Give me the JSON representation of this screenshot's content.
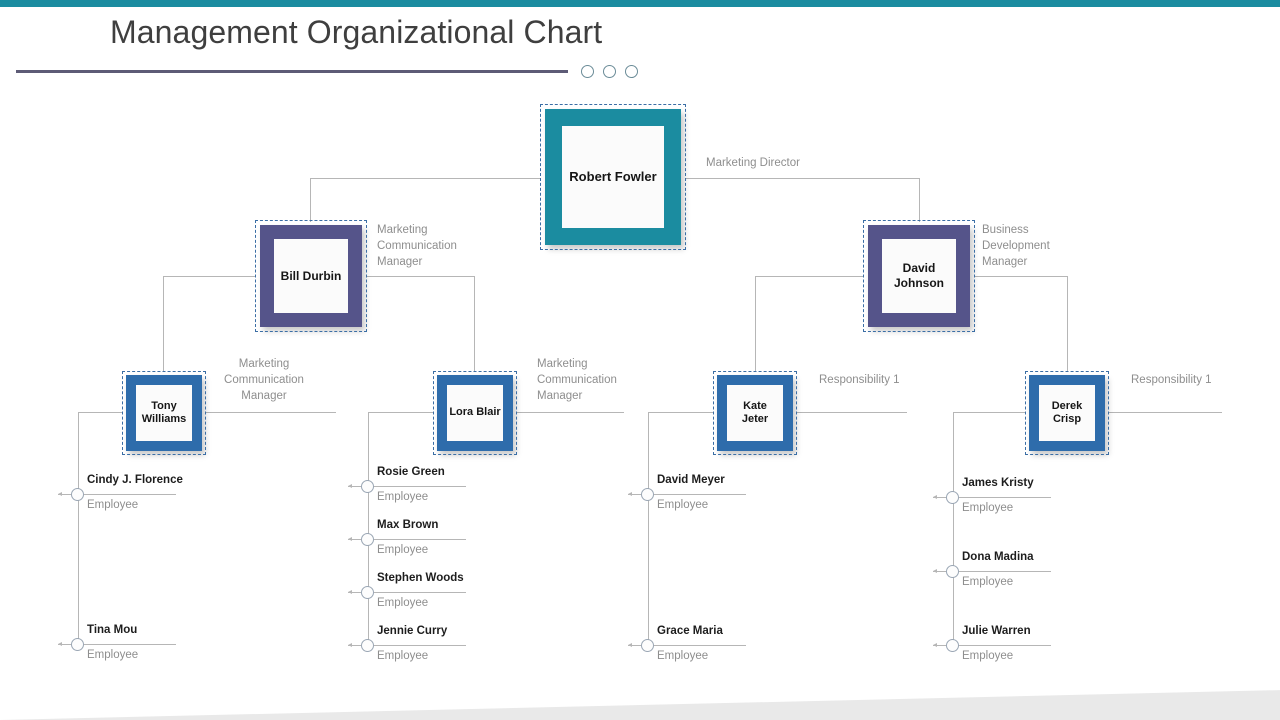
{
  "header": {
    "title": "Management Organizational Chart",
    "accent_top_bar_color": "#1b8ca0",
    "rule_color": "#5d5b76",
    "dots": [
      "dot-1",
      "dot-2",
      "dot-3"
    ]
  },
  "chart_data": {
    "type": "diagram",
    "title": "Management Organizational Chart",
    "nodes": [
      {
        "id": "robert",
        "name": "Robert\nFowler",
        "role": "Marketing Director",
        "level": 1,
        "color": "#1b8ca0",
        "parent": null
      },
      {
        "id": "bill",
        "name": "Bill\nDurbin",
        "role": "Marketing\nCommunication\nManager",
        "level": 2,
        "color": "#55548a",
        "parent": "robert"
      },
      {
        "id": "davidj",
        "name": "David\nJohnson",
        "role": "Business\nDevelopment\nManager",
        "level": 2,
        "color": "#55548a",
        "parent": "robert"
      },
      {
        "id": "tony",
        "name": "Tony\nWilliams",
        "role": "Marketing\nCommunication\nManager",
        "level": 3,
        "color": "#2e6cab",
        "parent": "bill"
      },
      {
        "id": "lora",
        "name": "Lora Blair",
        "role": "Marketing\nCommunication\nManager",
        "level": 3,
        "color": "#2e6cab",
        "parent": "bill"
      },
      {
        "id": "kate",
        "name": "Kate Jeter",
        "role": "Responsibility 1",
        "level": 3,
        "color": "#2e6cab",
        "parent": "davidj"
      },
      {
        "id": "derek",
        "name": "Derek\nCrisp",
        "role": "Responsibility 1",
        "level": 3,
        "color": "#2e6cab",
        "parent": "davidj"
      }
    ],
    "employee_groups": [
      {
        "parent": "tony",
        "members": [
          {
            "name": "Cindy J. Florence",
            "role": "Employee"
          },
          {
            "name": "Tina  Mou",
            "role": "Employee"
          }
        ]
      },
      {
        "parent": "lora",
        "members": [
          {
            "name": "Rosie Green",
            "role": "Employee"
          },
          {
            "name": "Max Brown",
            "role": "Employee"
          },
          {
            "name": "Stephen Woods",
            "role": "Employee"
          },
          {
            "name": "Jennie Curry",
            "role": "Employee"
          }
        ]
      },
      {
        "parent": "kate",
        "members": [
          {
            "name": "David Meyer",
            "role": "Employee"
          },
          {
            "name": "Grace Maria",
            "role": "Employee"
          }
        ]
      },
      {
        "parent": "derek",
        "members": [
          {
            "name": "James Kristy",
            "role": "Employee"
          },
          {
            "name": "Dona Madina",
            "role": "Employee"
          },
          {
            "name": "Julie Warren",
            "role": "Employee"
          }
        ]
      }
    ]
  },
  "nodes": {
    "robert": {
      "name": "Robert\nFowler",
      "role": "Marketing Director"
    },
    "bill": {
      "name": "Bill\nDurbin",
      "role": "Marketing\nCommunication\nManager"
    },
    "davidj": {
      "name": "David\nJohnson",
      "role": "Business\nDevelopment\nManager"
    },
    "tony": {
      "name": "Tony\nWilliams",
      "role": "Marketing\nCommunication\nManager"
    },
    "lora": {
      "name": "Lora Blair",
      "role": "Marketing\nCommunication\nManager"
    },
    "kate": {
      "name": "Kate Jeter",
      "role": "Responsibility 1"
    },
    "derek": {
      "name": "Derek\nCrisp",
      "role": "Responsibility 1"
    }
  },
  "employees": {
    "tony": [
      {
        "name": "Cindy J. Florence",
        "role": "Employee"
      },
      {
        "name": "Tina  Mou",
        "role": "Employee"
      }
    ],
    "lora": [
      {
        "name": "Rosie Green",
        "role": "Employee"
      },
      {
        "name": "Max Brown",
        "role": "Employee"
      },
      {
        "name": "Stephen Woods",
        "role": "Employee"
      },
      {
        "name": "Jennie Curry",
        "role": "Employee"
      }
    ],
    "kate": [
      {
        "name": "David Meyer",
        "role": "Employee"
      },
      {
        "name": "Grace Maria",
        "role": "Employee"
      }
    ],
    "derek": [
      {
        "name": "James Kristy",
        "role": "Employee"
      },
      {
        "name": "Dona Madina",
        "role": "Employee"
      },
      {
        "name": "Julie Warren",
        "role": "Employee"
      }
    ]
  }
}
